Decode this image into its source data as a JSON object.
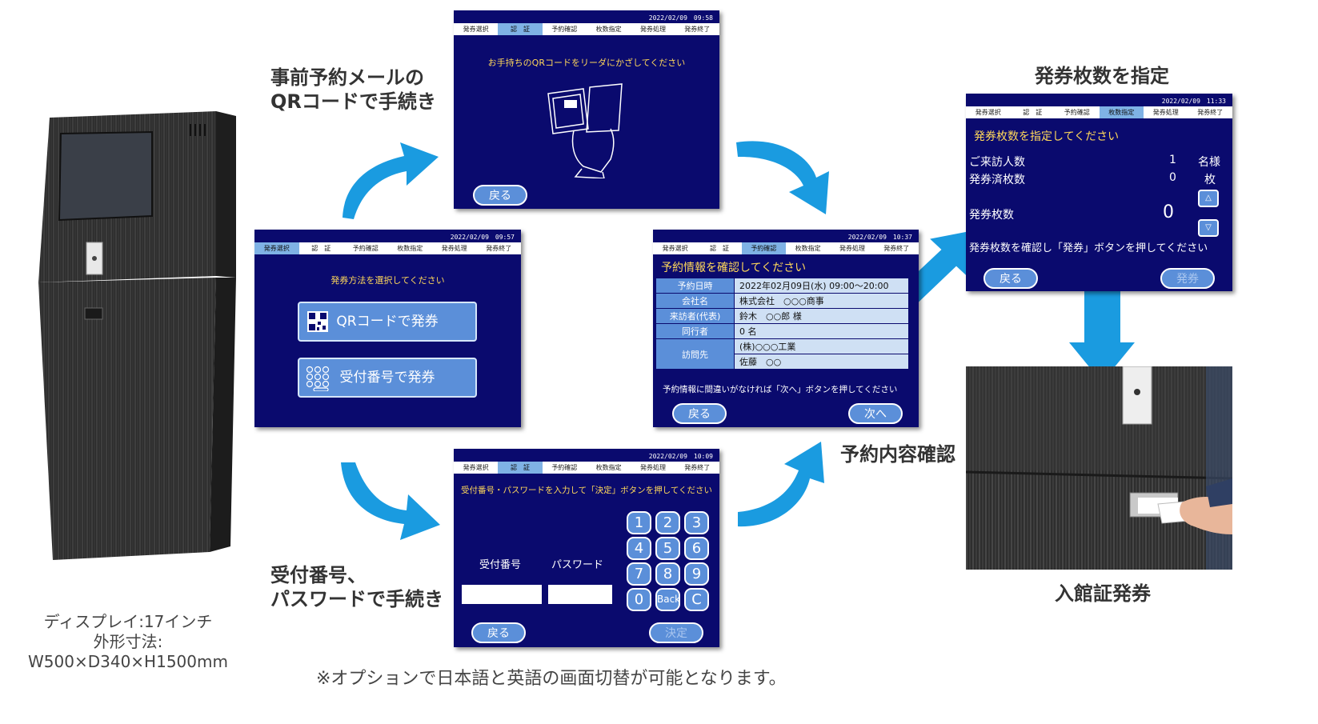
{
  "kiosk": {
    "spec_display": "ディスプレイ:17インチ",
    "spec_dim_label": "外形寸法:",
    "spec_dim_value": "W500×D340×H1500mm"
  },
  "captions": {
    "qr_route": [
      "事前予約メールの",
      "QRコードで手続き"
    ],
    "code_route": [
      "受付番号、",
      "パスワードで手続き"
    ],
    "confirm": "予約内容確認",
    "count": "発券枚数を指定",
    "issue": "入館証発券"
  },
  "steps": [
    "発券選択",
    "認　証",
    "予約確認",
    "枚数指定",
    "発券処理",
    "発券終了"
  ],
  "screen_select": {
    "date": "2022/02/09　09:57",
    "title": "発券方法を選択してください",
    "qr_button": "QRコードで発券",
    "code_button": "受付番号で発券"
  },
  "screen_qr": {
    "date": "2022/02/09　09:58",
    "title": "お手持ちのQRコードをリーダにかざしてください",
    "back": "戻る"
  },
  "screen_code": {
    "date": "2022/02/09　10:09",
    "title": "受付番号・パスワードを入力して「決定」ボタンを押してください",
    "label_number": "受付番号",
    "label_password": "パスワード",
    "keys": [
      "1",
      "2",
      "3",
      "4",
      "5",
      "6",
      "7",
      "8",
      "9",
      "0",
      "Back",
      "C"
    ],
    "back": "戻る",
    "decide": "決定"
  },
  "screen_confirm": {
    "date": "2022/02/09　10:37",
    "title": "予約情報を確認してください",
    "rows": [
      {
        "k": "予約日時",
        "v": "2022年02月09日(水) 09:00～20:00"
      },
      {
        "k": "会社名",
        "v": "株式会社　○○○商事"
      },
      {
        "k": "来訪者(代表)",
        "v": "鈴木　○○郎 様"
      },
      {
        "k": "同行者",
        "v": "0 名"
      },
      {
        "k": "訪問先",
        "v": "(株)○○○工業"
      },
      {
        "k": "",
        "v": "佐藤　○○"
      }
    ],
    "note": "予約情報に間違いがなければ「次へ」ボタンを押してください",
    "back": "戻る",
    "next": "次へ"
  },
  "screen_count": {
    "date": "2022/02/09　11:33",
    "title": "発券枚数を指定してください",
    "visitors_label": "ご来訪人数",
    "visitors_value": "1",
    "visitors_unit": "名様",
    "issued_label": "発券済枚数",
    "issued_value": "0",
    "issued_unit": "枚",
    "tickets_label": "発券枚数",
    "tickets_value": "0",
    "up": "△",
    "down": "▽",
    "note": "発券枚数を確認し「発券」ボタンを押してください",
    "back": "戻る",
    "issue": "発券"
  },
  "footnote": "※オプションで日本語と英語の画面切替が可能となります。",
  "colors": {
    "screen_bg": "#0a0a6e",
    "button": "#5b8fd9",
    "arrow": "#1a9be0",
    "title_text": "#ffd85a"
  }
}
